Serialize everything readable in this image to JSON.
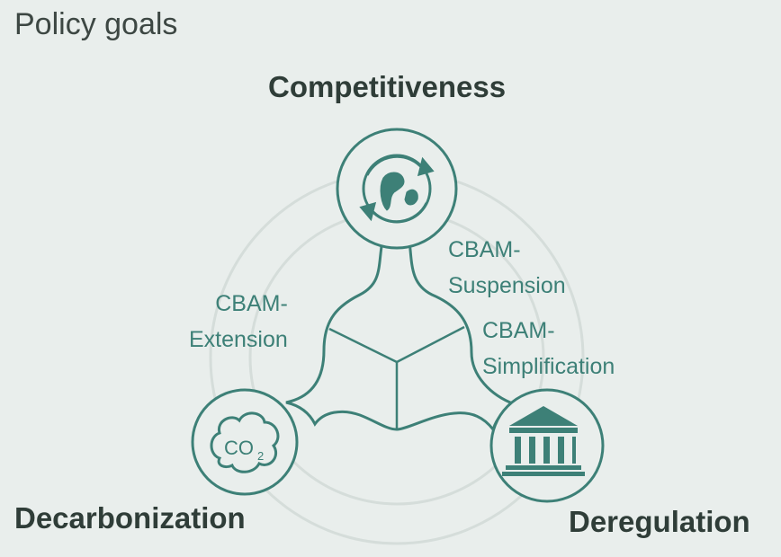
{
  "title": "Policy goals",
  "goals": {
    "top": "Competitiveness",
    "left": "Decarbonization",
    "right": "Deregulation"
  },
  "policies": {
    "extension": [
      "CBAM-",
      "Extension"
    ],
    "suspension": [
      "CBAM-",
      "Suspension"
    ],
    "simplification": [
      "CBAM-",
      "Simplification"
    ]
  },
  "icons": {
    "top": "globe-recycle-icon",
    "left": "co2-cloud-icon",
    "right": "government-building-icon",
    "co2_text": "CO",
    "co2_sub": "2"
  },
  "colors": {
    "accent": "#3d8077",
    "background": "#e9eeec",
    "text_dark": "#2f3d38",
    "ring": "#d3dbd8"
  }
}
